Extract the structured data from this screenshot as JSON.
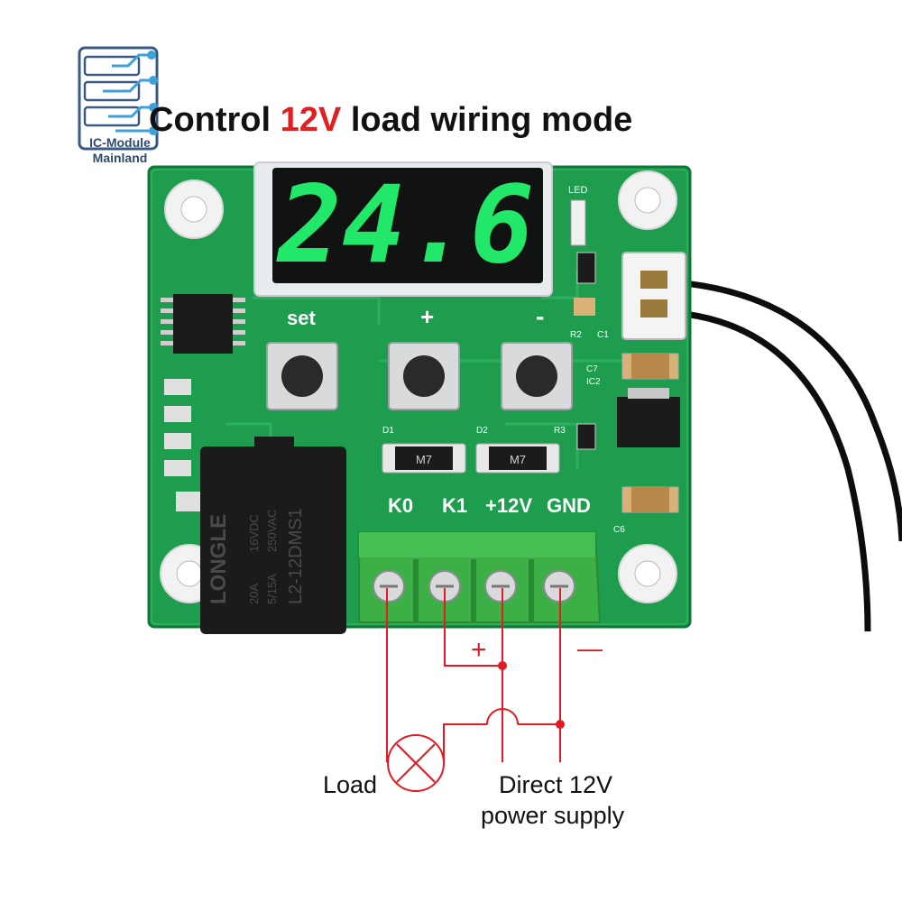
{
  "brand": {
    "line1": "IC-Module",
    "line2": "Mainland"
  },
  "title": {
    "prefix": "Control ",
    "voltage": "12V",
    "suffix": " load wiring mode"
  },
  "display": {
    "reading": "24.6"
  },
  "board": {
    "buttons": {
      "set": "set",
      "plus": "+",
      "minus": "-"
    },
    "terminals": {
      "k0": "K0",
      "k1": "K1",
      "v12": "+12V",
      "gnd": "GND"
    },
    "relay": {
      "brand": "LONGLE",
      "model": "L2-12DMS1",
      "rating1": "20A",
      "rating2": "16VDC",
      "rating3": "5/15A",
      "rating4": "250VAC"
    },
    "silk": {
      "led": "LED",
      "r2": "R2",
      "c1": "C1",
      "c7": "C7",
      "ic2": "IC2",
      "d1": "D1",
      "d2": "D2",
      "r3": "R3",
      "c6": "C6",
      "diode": "M7"
    }
  },
  "wiring": {
    "plus_sign": "+",
    "minus_sign": "—",
    "load_label": "Load",
    "supply_line1": "Direct 12V",
    "supply_line2": "power supply"
  },
  "colors": {
    "pcb": "#1c9a4c",
    "display_digits": "#22e86a",
    "wire": "#e21b23",
    "relay": "#1b1b1b",
    "terminal": "#3caf46",
    "highlight": "#e02020"
  },
  "icons": {
    "brand": "circuit-logo-icon",
    "lamp": "lamp-symbol-icon"
  }
}
